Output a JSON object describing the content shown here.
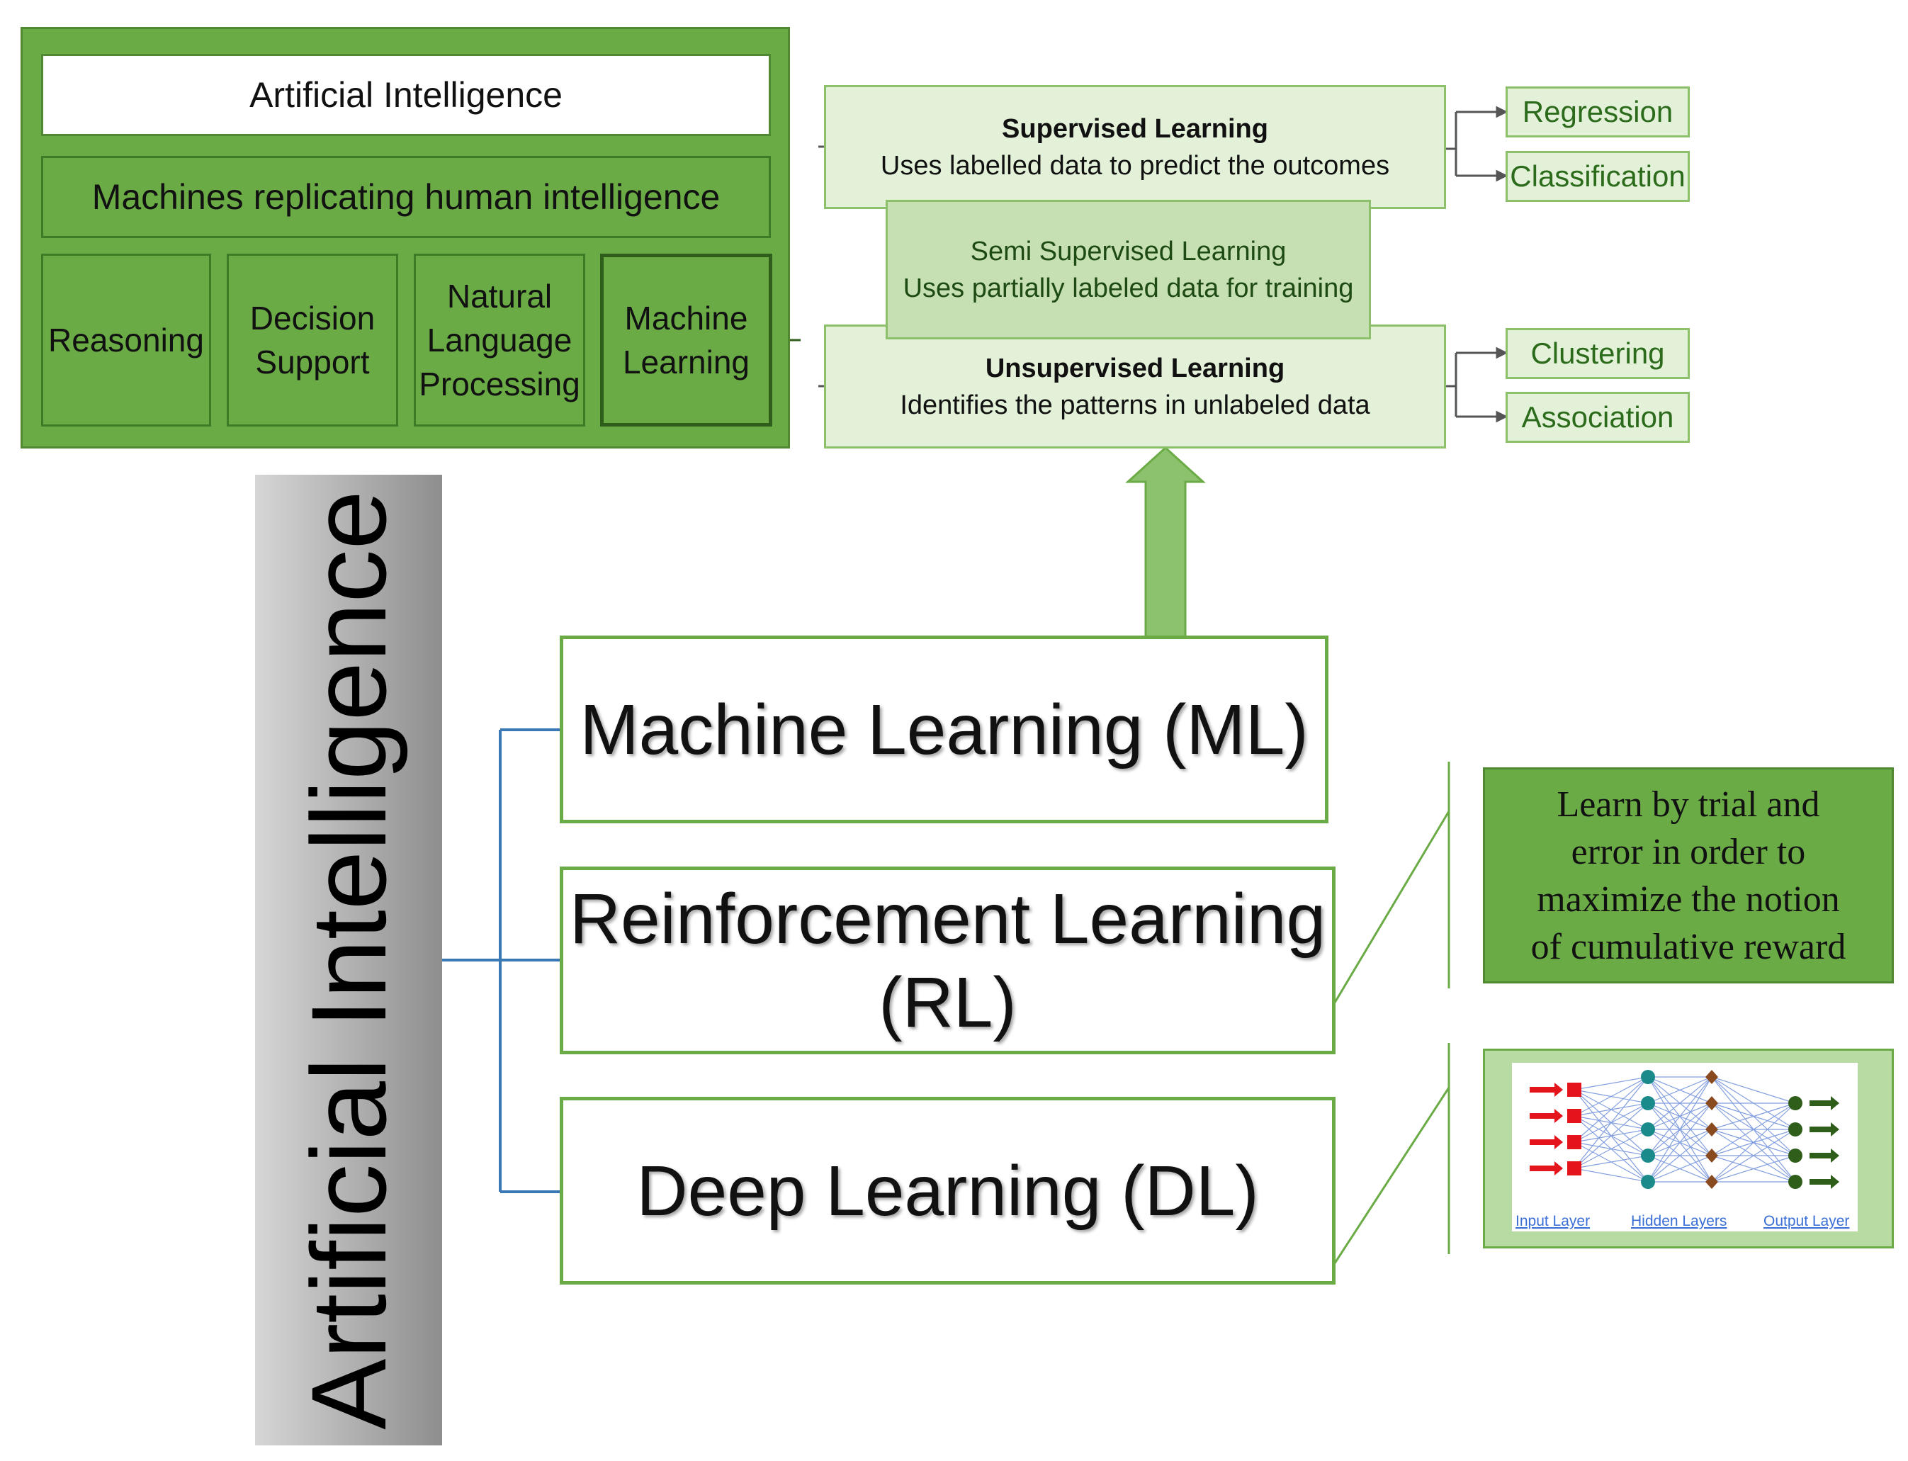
{
  "ai_panel": {
    "title": "Artificial Intelligence",
    "definition": "Machines replicating human intelligence",
    "subfields": [
      {
        "lines": [
          "Reasoning"
        ]
      },
      {
        "lines": [
          "Decision",
          "Support"
        ]
      },
      {
        "lines": [
          "Natural",
          "Language",
          "Processing"
        ]
      },
      {
        "lines": [
          "Machine",
          "Learning"
        ]
      }
    ]
  },
  "ml_types": {
    "supervised": {
      "name": "Supervised Learning",
      "desc": "Uses labelled data to predict the outcomes"
    },
    "semi_supervised": {
      "name": "Semi Supervised Learning",
      "desc": "Uses partially labeled data for training"
    },
    "unsupervised": {
      "name": "Unsupervised Learning",
      "desc": "Identifies the patterns in unlabeled data"
    }
  },
  "supervised_tasks": [
    "Regression",
    "Classification"
  ],
  "unsupervised_tasks": [
    "Clustering",
    "Association"
  ],
  "vertical_title": "Artificial Intelligence",
  "branches": {
    "ml": "Machine Learning (ML)",
    "rl_line1": "Reinforcement Learning",
    "rl_line2": "(RL)",
    "dl": "Deep Learning (DL)"
  },
  "rl_description": [
    "Learn by trial and",
    "error in order to",
    "maximize the notion",
    "of cumulative reward"
  ],
  "nn_labels": {
    "input": "Input Layer",
    "hidden": "Hidden Layers",
    "output": "Output Layer"
  },
  "colors": {
    "panel_green": "#6aab46",
    "light_green": "#e3f1d8",
    "semi_green": "#c6e0b3",
    "connector_blue": "#3a78b5",
    "arrow_green": "#8cc26e"
  }
}
